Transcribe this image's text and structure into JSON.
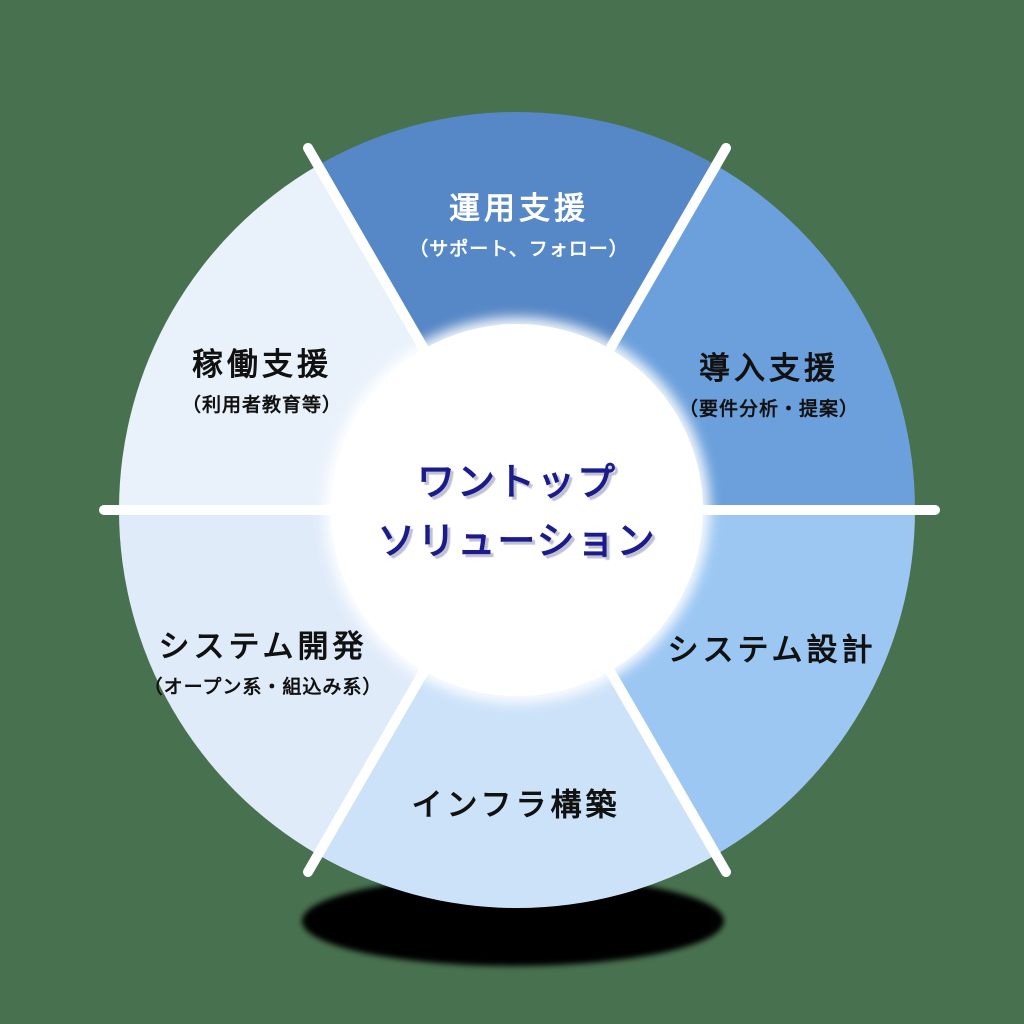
{
  "page": {
    "background_color": "#48714F"
  },
  "diagram": {
    "title_note": "circular one-stop service diagram, 6 segments",
    "divider_color": "#ffffff",
    "shadow_color": "#000000",
    "center": {
      "line1": "ワントップ",
      "line2": "ソリューション",
      "text_color": "#1b1b8c",
      "circle_color": "#ffffff"
    },
    "segments": [
      {
        "id": "operation-support",
        "label": "運用支援",
        "sublabel": "（サポート、フォロー）",
        "color": "#5687C6",
        "text_color": "#ffffff"
      },
      {
        "id": "introduction-support",
        "label": "導入支援",
        "sublabel": "（要件分析・提案）",
        "color": "#6BA0DC",
        "text_color": "#111111"
      },
      {
        "id": "system-design",
        "label": "システム設計",
        "sublabel": "",
        "color": "#9CC7F3",
        "text_color": "#111111"
      },
      {
        "id": "infra-construction",
        "label": "インフラ構築",
        "sublabel": "",
        "color": "#CCE2F9",
        "text_color": "#111111"
      },
      {
        "id": "system-development",
        "label": "システム開発",
        "sublabel": "（オープン系・組込み系）",
        "color": "#E0EBFA",
        "text_color": "#111111"
      },
      {
        "id": "launch-support",
        "label": "稼働支援",
        "sublabel": "（利用者教育等）",
        "color": "#E9F1FB",
        "text_color": "#111111"
      }
    ]
  }
}
